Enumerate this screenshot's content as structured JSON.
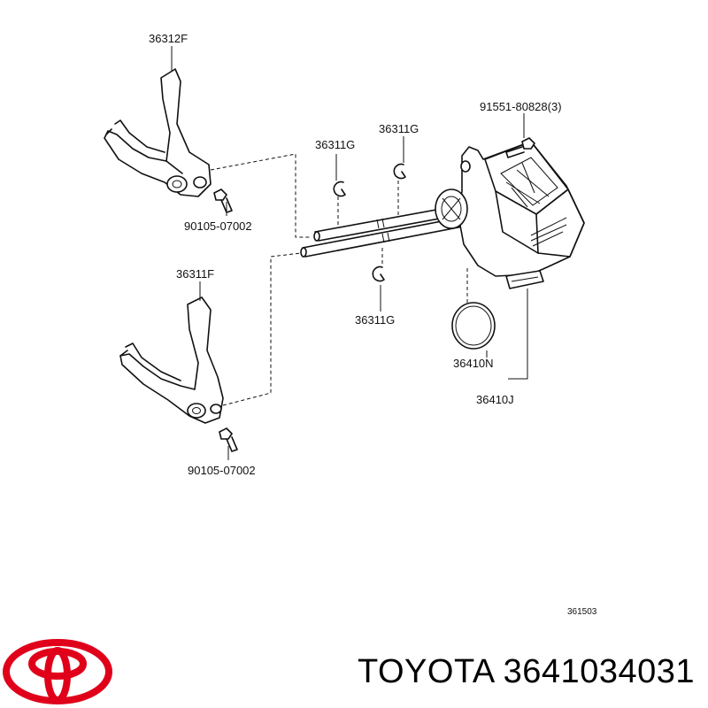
{
  "labels": {
    "fork_upper": "36312F",
    "fork_lower": "36311F",
    "bolt_upper": "90105-07002",
    "bolt_lower": "90105-07002",
    "clip_a": "36311G",
    "clip_b": "36311G",
    "clip_c": "36311G",
    "actuator_bolt": "91551-80828(3)",
    "oring": "36410N",
    "actuator": "36410J",
    "figure_code": "361503"
  },
  "brand": {
    "text": "TOYOTA 3641034031",
    "logo_color": "#e0001a"
  }
}
